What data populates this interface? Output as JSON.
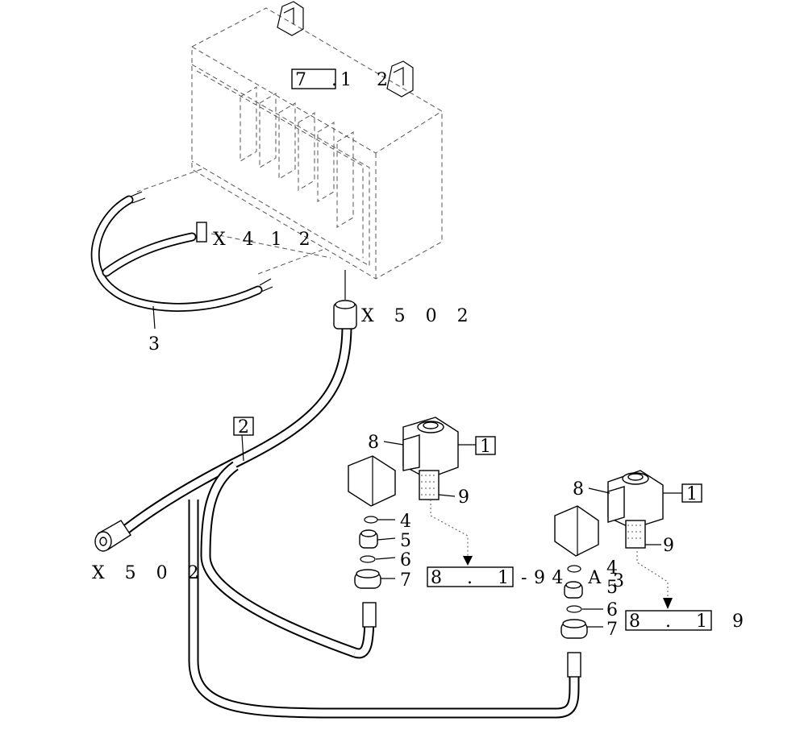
{
  "refs": {
    "ref_7_12_box": "7 .",
    "ref_7_12_tail": "1 2",
    "ref_8_19_a_box": "8 . 1 9",
    "ref_8_19_a_tail": "- 4 A",
    "ref_8_19_b_box": "8 . 1 9"
  },
  "connectors": {
    "x412": "X 4 1 2",
    "x502_top": "X 5 0 2",
    "x502_left": "X 5 0 2"
  },
  "callouts": {
    "c3": "3",
    "c2": "2",
    "left_8": "8",
    "left_1": "1",
    "left_9": "9",
    "left_4": "4",
    "left_5": "5",
    "left_6": "6",
    "left_7": "7",
    "right_8": "8",
    "right_1": "1",
    "right_9": "9",
    "right_4": "4",
    "right_5": "5",
    "right_3": "3",
    "right_6": "6",
    "right_7": "7"
  }
}
